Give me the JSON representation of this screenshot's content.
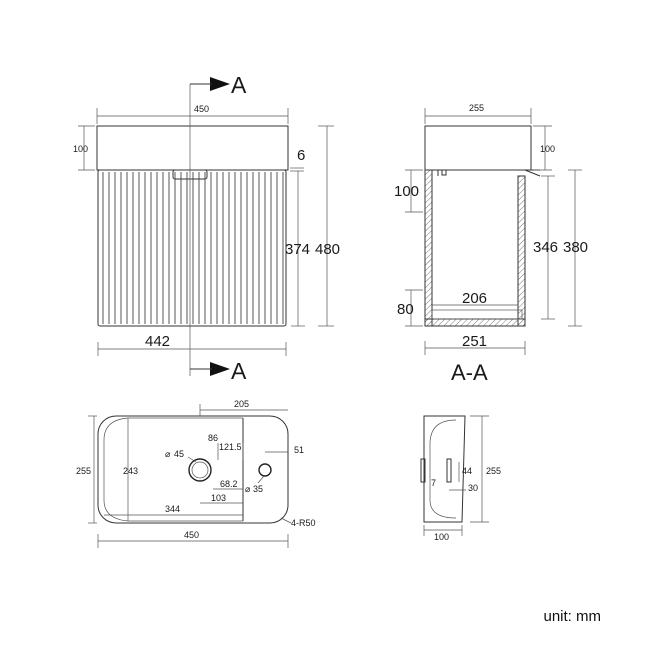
{
  "front_view": {
    "top_width": "450",
    "basin_height": "100",
    "gap": "6",
    "cabinet_height": "374",
    "total_height": "480",
    "cabinet_width": "442",
    "section_marker": "A"
  },
  "side_view": {
    "top_depth": "255",
    "basin_height": "100",
    "upper_panel": "100",
    "inner_height": "346",
    "outer_height": "380",
    "bottom_panel": "80",
    "inner_depth": "206",
    "cabinet_depth": "251",
    "section_title": "A-A"
  },
  "top_view": {
    "faucet_offset": "205",
    "d86": "86",
    "d121_5": "121.5",
    "hole1": "45",
    "d51": "51",
    "depth": "255",
    "inner_depth": "243",
    "d68_2": "68.2",
    "hole2": "35",
    "d103": "103",
    "d344": "344",
    "corner": "4-R50",
    "width": "450",
    "diameter_symbol": "⌀"
  },
  "basin_side_view": {
    "depth": "255",
    "d44": "44",
    "d7": "7",
    "d30": "30",
    "width": "100"
  },
  "unit_label": "unit: mm"
}
